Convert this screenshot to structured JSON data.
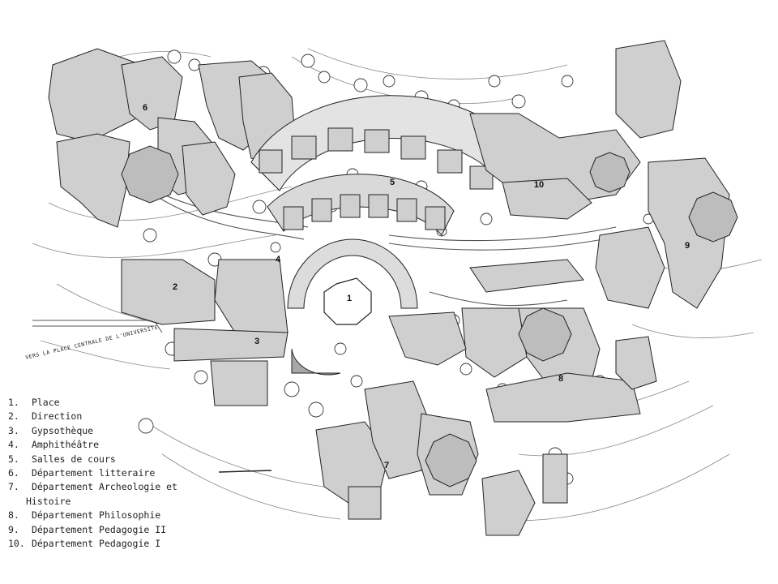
{
  "plan": {
    "road_label": "VERS LA PLACE CENTRALE DE L'UNIVERSITE",
    "area_numbers": [
      "1",
      "2",
      "3",
      "4",
      "5",
      "6",
      "7",
      "8",
      "9",
      "10"
    ]
  },
  "legend": {
    "items": [
      {
        "num": "1.",
        "text": "Place"
      },
      {
        "num": "2.",
        "text": "Direction"
      },
      {
        "num": "3.",
        "text": "Gypsothèque"
      },
      {
        "num": "4.",
        "text": "Amphithéâtre"
      },
      {
        "num": "5.",
        "text": "Salles de cours"
      },
      {
        "num": "6.",
        "text": "Département litteraire"
      },
      {
        "num": "7.",
        "text": "Département Archeologie et",
        "cont": "Histoire"
      },
      {
        "num": "8.",
        "text": "Département Philosophie"
      },
      {
        "num": "9.",
        "text": "Département Pedagogie II"
      },
      {
        "num": "10.",
        "text": "Département Pedagogie I"
      }
    ]
  }
}
